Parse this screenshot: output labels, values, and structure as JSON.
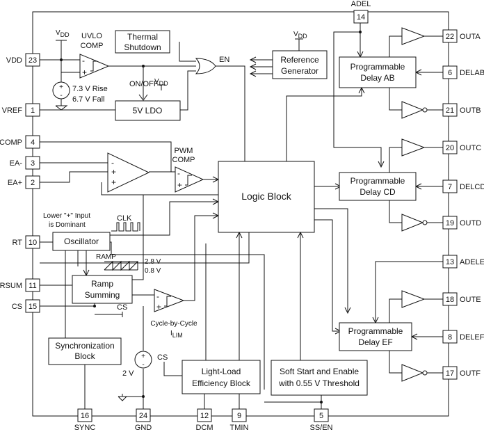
{
  "pins": {
    "adel": {
      "num": "14",
      "name": "ADEL"
    },
    "vdd": {
      "num": "23",
      "name": "VDD"
    },
    "vref": {
      "num": "1",
      "name": "VREF"
    },
    "comp": {
      "num": "4",
      "name": "COMP"
    },
    "ea_minus": {
      "num": "3",
      "name": "EA-"
    },
    "ea_plus": {
      "num": "2",
      "name": "EA+"
    },
    "rt": {
      "num": "10",
      "name": "RT"
    },
    "rsum": {
      "num": "11",
      "name": "RSUM"
    },
    "cs": {
      "num": "15",
      "name": "CS"
    },
    "sync": {
      "num": "16",
      "name": "SYNC"
    },
    "gnd": {
      "num": "24",
      "name": "GND"
    },
    "dcm": {
      "num": "12",
      "name": "DCM"
    },
    "tmin": {
      "num": "9",
      "name": "TMIN"
    },
    "ss_en": {
      "num": "5",
      "name": "SS/EN"
    },
    "outa": {
      "num": "22",
      "name": "OUTA"
    },
    "delab": {
      "num": "6",
      "name": "DELAB"
    },
    "outb": {
      "num": "21",
      "name": "OUTB"
    },
    "outc": {
      "num": "20",
      "name": "OUTC"
    },
    "delcd": {
      "num": "7",
      "name": "DELCD"
    },
    "outd": {
      "num": "19",
      "name": "OUTD"
    },
    "adelef": {
      "num": "13",
      "name": "ADELEF"
    },
    "oute": {
      "num": "18",
      "name": "OUTE"
    },
    "delef": {
      "num": "8",
      "name": "DELEF"
    },
    "outf": {
      "num": "17",
      "name": "OUTF"
    }
  },
  "blocks": {
    "thermal_line1": "Thermal",
    "thermal_line2": "Shutdown",
    "reference_line1": "Reference",
    "reference_line2": "Generator",
    "ldo": "5V LDO",
    "logic": "Logic Block",
    "delay_ab_line1": "Programmable",
    "delay_ab_line2": "Delay AB",
    "delay_cd_line1": "Programmable",
    "delay_cd_line2": "Delay CD",
    "delay_ef_line1": "Programmable",
    "delay_ef_line2": "Delay EF",
    "oscillator": "Oscillator",
    "ramp_line1": "Ramp",
    "ramp_line2": "Summing",
    "sync_line1": "Synchronization",
    "sync_line2": "Block",
    "lightload_line1": "Light-Load",
    "lightload_line2": "Efficiency Block",
    "softstart_line1": "Soft Start and Enable",
    "softstart_line2": "with 0.55 V Threshold"
  },
  "labels": {
    "vdd_supply": "V",
    "vdd_sub": "DD",
    "uvlo_line1": "UVLO",
    "uvlo_line2": "COMP",
    "uvlo_rise": "7.3 V Rise",
    "uvlo_fall": "6.7 V Fall",
    "on_off": "ON/OFF",
    "en": "EN",
    "pwm_line1": "PWM",
    "pwm_line2": "COMP",
    "lower_line1": "Lower \"+\" Input",
    "lower_line2": "is Dominant",
    "clk": "CLK",
    "ramp": "RAMP",
    "ramp_hi": "2.8 V",
    "ramp_lo": "0.8 V",
    "cs": "CS",
    "cbc_line1": "Cycle-by-Cycle",
    "cbc_line2": "I",
    "cbc_sub": "LIM",
    "two_v": "2 V",
    "cs_ll": "CS",
    "plus": "+",
    "minus": "-"
  }
}
